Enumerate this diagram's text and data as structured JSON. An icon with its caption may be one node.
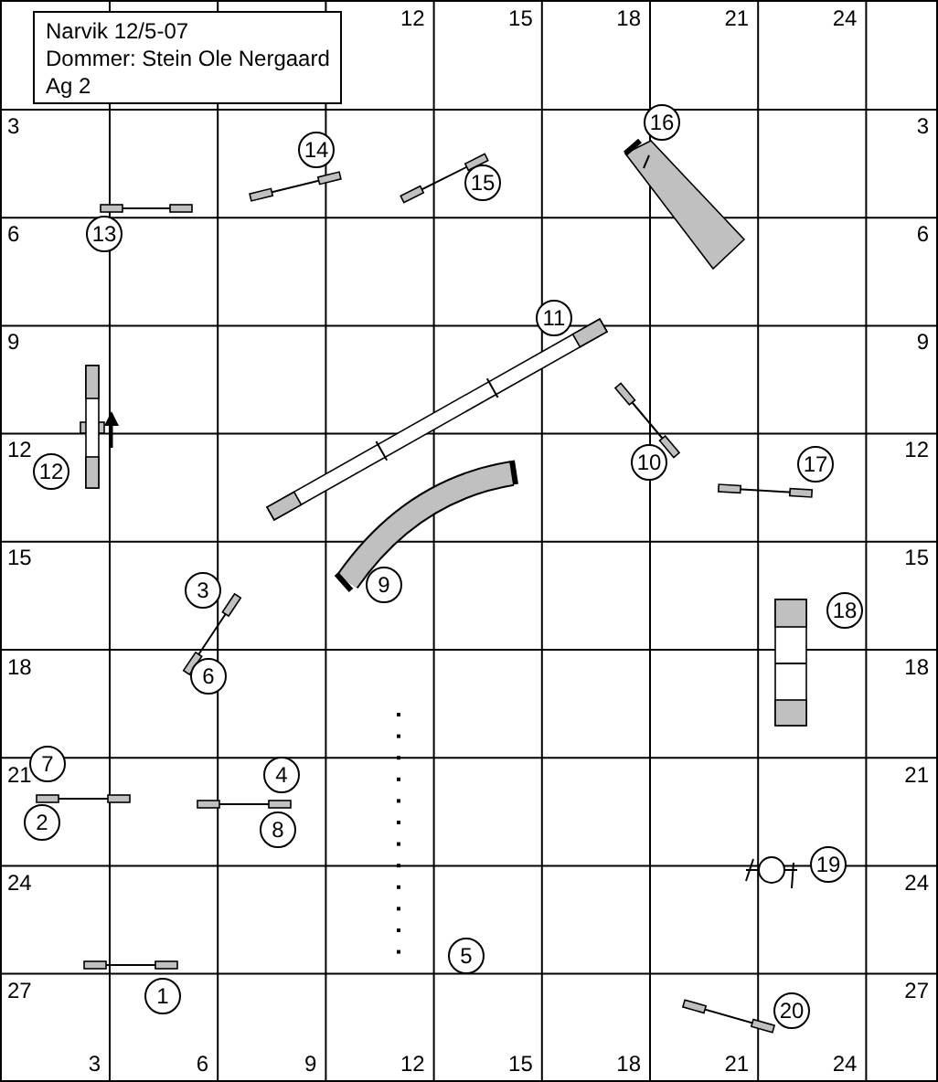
{
  "diagram": {
    "nodes": [
      {
        "text": [
          "1"
        ]
      },
      {
        "text": [
          "2"
        ]
      },
      {
        "text": [
          "3"
        ]
      },
      {
        "text": [
          "4"
        ]
      },
      {
        "text": [
          "5"
        ]
      },
      {
        "text": [
          "6"
        ]
      },
      {
        "text": [
          "7"
        ]
      },
      {
        "text": [
          "8"
        ]
      },
      {
        "text": [
          "9"
        ]
      },
      {
        "text": [
          "10"
        ]
      },
      {
        "text": [
          "11"
        ]
      },
      {
        "text": [
          "12"
        ]
      },
      {
        "text": [
          "13"
        ]
      },
      {
        "text": [
          "14"
        ]
      },
      {
        "text": [
          "15"
        ]
      },
      {
        "text": [
          "16"
        ]
      },
      {
        "text": [
          "17"
        ]
      },
      {
        "text": [
          "18"
        ]
      },
      {
        "text": [
          "19"
        ]
      },
      {
        "text": [
          "20"
        ]
      }
    ],
    "labels": [
      "Narvik 12/5-07",
      "Dommer: Stein Ole Nergaard",
      "Ag 2",
      "12",
      "15",
      "18",
      "21",
      "24",
      "3",
      "3",
      "6",
      "6",
      "9",
      "9",
      "12",
      "12",
      "15",
      "15",
      "18",
      "18",
      "21",
      "21",
      "24",
      "24",
      "27",
      "27",
      "3",
      "6",
      "9",
      "12",
      "15",
      "18",
      "21",
      "24"
    ]
  }
}
